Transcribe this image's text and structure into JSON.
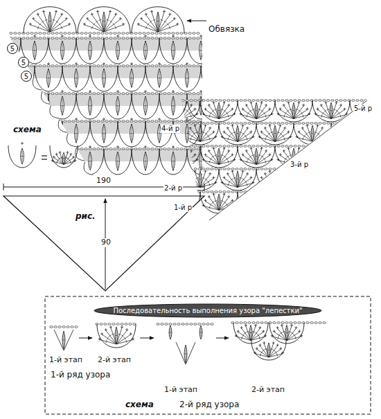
{
  "diagram": {
    "nodes": [
      {
        "text": [
          "5"
        ]
      },
      {
        "text": [
          "5"
        ]
      },
      {
        "text": [
          "5"
        ]
      },
      {
        "text": [
          "Последовательность выполнения узора \"лепестки\""
        ]
      }
    ],
    "labels": [
      "Обвязка",
      "схема",
      "190",
      "90",
      "рис.",
      "5-й р",
      "4-й р",
      "3-й р",
      "2-й р",
      "1-й р",
      "1-й этап",
      "2-й этап",
      "1-й ряд узора",
      "1-й этап",
      "2-й этап",
      "2-й ряд узора",
      "схема"
    ]
  }
}
